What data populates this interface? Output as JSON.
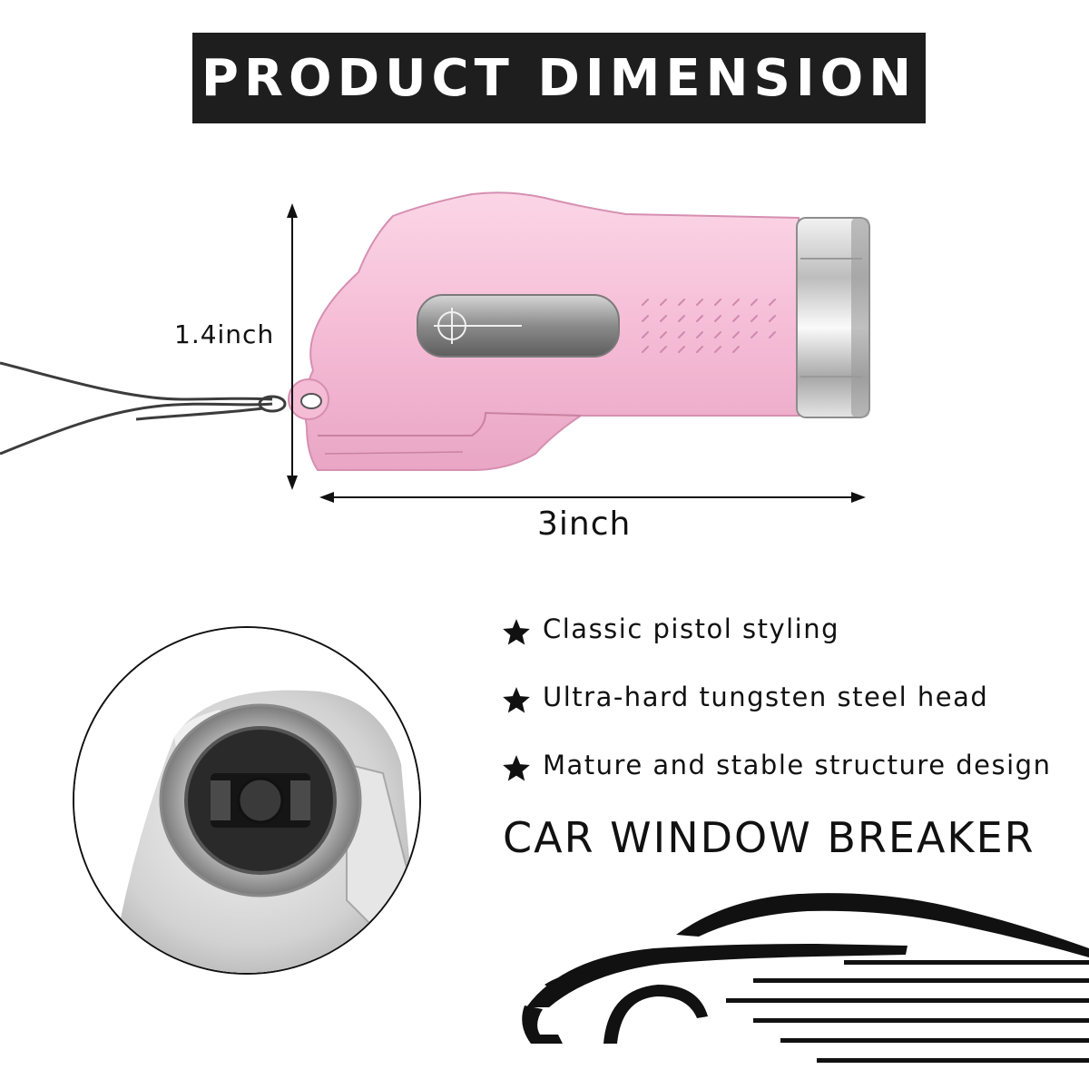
{
  "title": "PRODUCT DIMENSION",
  "dimensions": {
    "height": "1.4inch",
    "width": "3inch"
  },
  "colors": {
    "product": "#f7c3d9",
    "title_bar": "#1e1e1e",
    "text": "#111111"
  },
  "features": [
    "Classic pistol styling",
    "Ultra-hard tungsten steel head",
    "Mature and stable structure design"
  ],
  "headline": "CAR WINDOW BREAKER",
  "icons": {
    "bullet": "star-icon"
  }
}
